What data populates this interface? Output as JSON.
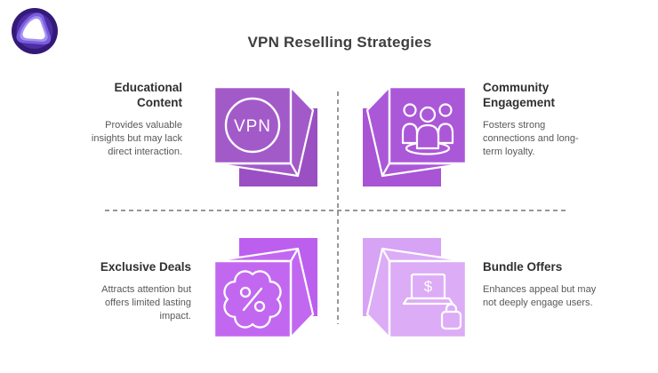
{
  "page": {
    "title": "VPN Reselling Strategies",
    "background_color": "#ffffff",
    "title_color": "#3e3e3e"
  },
  "logo": {
    "description": "brand-logo",
    "outer_ring_color": "#341a78",
    "ring2_color": "#4c2da2",
    "ring3_color": "#7a5ce0",
    "ring4_color": "#a592f0",
    "center_color": "#ffffff"
  },
  "divider": {
    "color": "#979797",
    "style": "dashed"
  },
  "icon_text": {
    "vpn": "VPN",
    "dollar": "$"
  },
  "quadrants": [
    {
      "id": "educational-content",
      "position": "top-left",
      "title": "Educational Content",
      "description": "Provides valuable insights but may lack direct interaction.",
      "icon": "vpn-cube-icon",
      "cube_color": "#a35ac9",
      "shadow_color": "#9a50c2"
    },
    {
      "id": "community-engagement",
      "position": "top-right",
      "title": "Community Engagement",
      "description": "Fosters strong connections and long-term loyalty.",
      "icon": "community-cube-icon",
      "cube_color": "#ab58d8",
      "shadow_color": "#a854d4"
    },
    {
      "id": "exclusive-deals",
      "position": "bottom-left",
      "title": "Exclusive Deals",
      "description": "Attracts attention but offers limited lasting impact.",
      "icon": "discount-cube-icon",
      "cube_color": "#c268f0",
      "shadow_color": "#bc5fee"
    },
    {
      "id": "bundle-offers",
      "position": "bottom-right",
      "title": "Bundle Offers",
      "description": "Enhances appeal but may not deeply engage users.",
      "icon": "bundle-cube-icon",
      "cube_color": "#dcacf6",
      "shadow_color": "#d7a3f4"
    }
  ]
}
